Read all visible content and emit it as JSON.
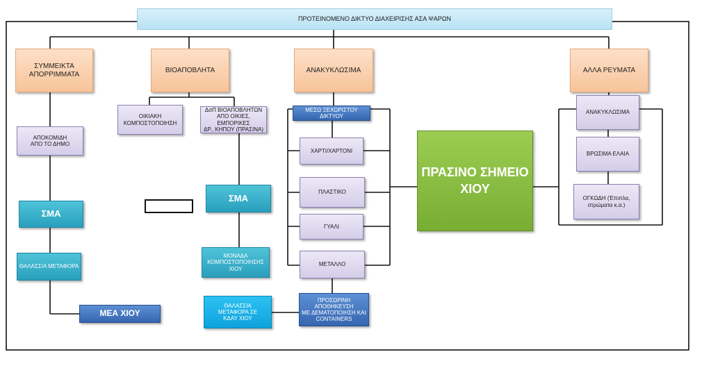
{
  "title": "ΠΡΟΤΕΙΝΟΜΕΝΟ ΔΙΚΤΥΟ ΔΙΑΧΕΙΡΙΣΗΣ ΑΣΑ ΨΑΡΩΝ",
  "categories": {
    "mixed": "ΣΥΜΜΕΙΚΤΑ\nΑΠΟΡΡΙΜΜΑΤΑ",
    "bio": "ΒΙΟΑΠΟΒΛΗΤΑ",
    "recycle": "ΑΝΑΚΥΚΛΩΣΙΜΑ",
    "other": "ΑΛΛΑ ΡΕΥΜΑΤΑ"
  },
  "mixed_chain": {
    "collection": "ΑΠΟΚΟΜΙΔΗ\nΑΠΟ ΤΟ ΔΗΜΟ",
    "sma": "ΣΜΑ",
    "sea_transport": "ΘΑΛΑΣΣΙΑ ΜΕΤΑΦΟΡΑ",
    "mea": "ΜΕΑ ΧΙΟΥ"
  },
  "bio_chain": {
    "home_compost": "ΟΙΚΙΑΚΗ\nΚΟΜΠΟΣΤΟΠΟΙΗΣΗ",
    "separate": "ΔσΠ ΒΙΟΑΠΟΒΛΗΤΩΝ\nΑΠΟ ΟΙΚΙΕΣ, ΕΜΠΟΡΙΚΕΣ\nΔΡ., ΚΗΠΟΥ (ΠΡΑΣΙΝΑ)",
    "sma": "ΣΜΑ",
    "compost_unit": "ΜΟΝΑΔΑ\nΚΟΜΠΟΣΤΟΠΟΙΗΣΗΣ\nΧΙΟΥ",
    "sea_transport": "ΘΑΛΑΣΣΙΑ\nΜΕΤΑΦΟΡΑ ΣΕ\nΚΔΑΥ ΧΙΟΥ"
  },
  "recycle_chain": {
    "network": "ΜΕΣΩ ΞΕΧΩΡΙΣΤΟΥ ΔΙΚΤΥΟΥ",
    "items": [
      "ΧΑΡΤΙ/ΧΑΡΤΟΝΙ",
      "ΠΛΑΣΤΙΚΟ",
      "ΓΥΑΛΙ",
      "ΜΕΤΑΛΛΟ"
    ],
    "storage": "ΠΡΟΣΩΡΙΝΗ ΑΠΟΘΗΚΕΥΣΗ\nΜΕ ΔΕΜΑΤΟΠΟΙΗΣΗ ΚΑΙ\nCONTAINERS"
  },
  "green_point": "ΠΡΑΣΙΝΟ ΣΗΜΕΙΟ\nΧΙΟΥ",
  "other_chain": {
    "items": [
      "ΑΝΑΚΥΚΛΩΣΙΜΑ",
      "ΒΡΩΣΙΜΑ ΕΛΑΙΑ",
      "ΟΓΚΩΔΗ (Έπιπλα,\nστρώματα κ.α.)"
    ]
  },
  "colors": {
    "orange": "#f7c49a",
    "lavender": "#d4cde9",
    "teal": "#2a9fbd",
    "blue": "#3566b0",
    "green": "#78ad34",
    "cyan": "#0ea2dc",
    "title_bar": "#c7e9f7"
  }
}
